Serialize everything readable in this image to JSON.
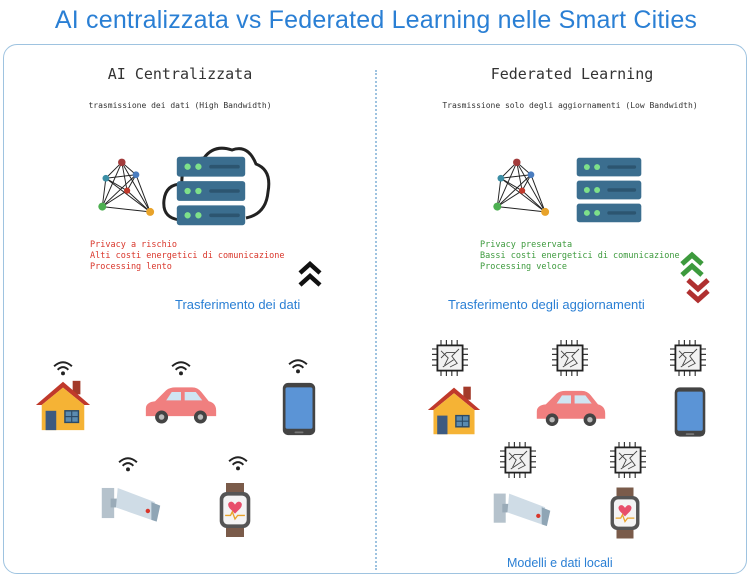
{
  "title": "AI centralizzata vs Federated Learning nelle Smart Cities",
  "left": {
    "heading": "AI Centralizzata",
    "subtitle": "trasmissione dei dati (High Bandwidth)",
    "notes": [
      "Privacy a rischio",
      "Alti costi energetici di comunicazione",
      "Processing lento"
    ],
    "flow_label": "Trasferimento dei dati"
  },
  "right": {
    "heading": "Federated Learning",
    "subtitle": "Trasmissione solo degli aggiornamenti (Low Bandwidth)",
    "notes": [
      "Privacy preservata",
      "Bassi costi energetici di comunicazione",
      "Processing veloce"
    ],
    "flow_label": "Trasferimento degli aggiornamenti",
    "caption": "Modelli e dati locali"
  },
  "colors": {
    "title": "#2a7fd4",
    "negative": "#d9362b",
    "positive": "#3d9a3d",
    "server": "#3b6e8f",
    "led": "#7ee08a"
  }
}
